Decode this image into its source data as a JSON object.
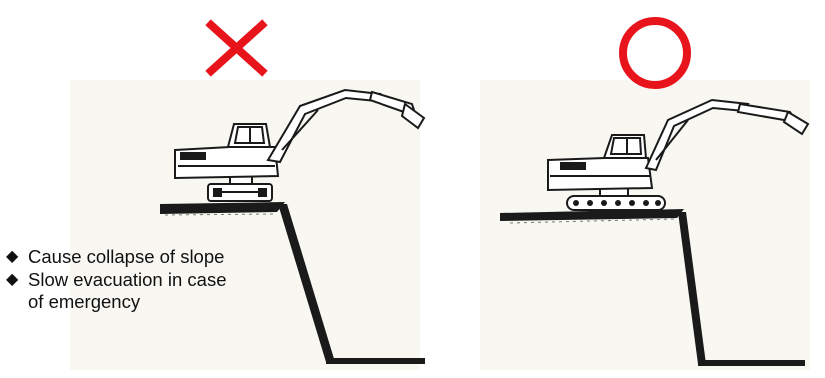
{
  "colors": {
    "mark_red": "#e8141b",
    "ink": "#1a1a1a",
    "paper_shade": "#f1ede4"
  },
  "panels": [
    {
      "verdict": "wrong",
      "mark_icon": "cross-icon",
      "machine_position": "tracks-narrow-stance-at-edge"
    },
    {
      "verdict": "correct",
      "mark_icon": "circle-icon",
      "machine_position": "tracks-parallel-to-edge"
    }
  ],
  "notes": [
    {
      "bullet_icon": "diamond-bullet-icon",
      "text": "Cause collapse of slope"
    },
    {
      "bullet_icon": "diamond-bullet-icon",
      "text": "Slow evacuation in case of emergency"
    }
  ]
}
